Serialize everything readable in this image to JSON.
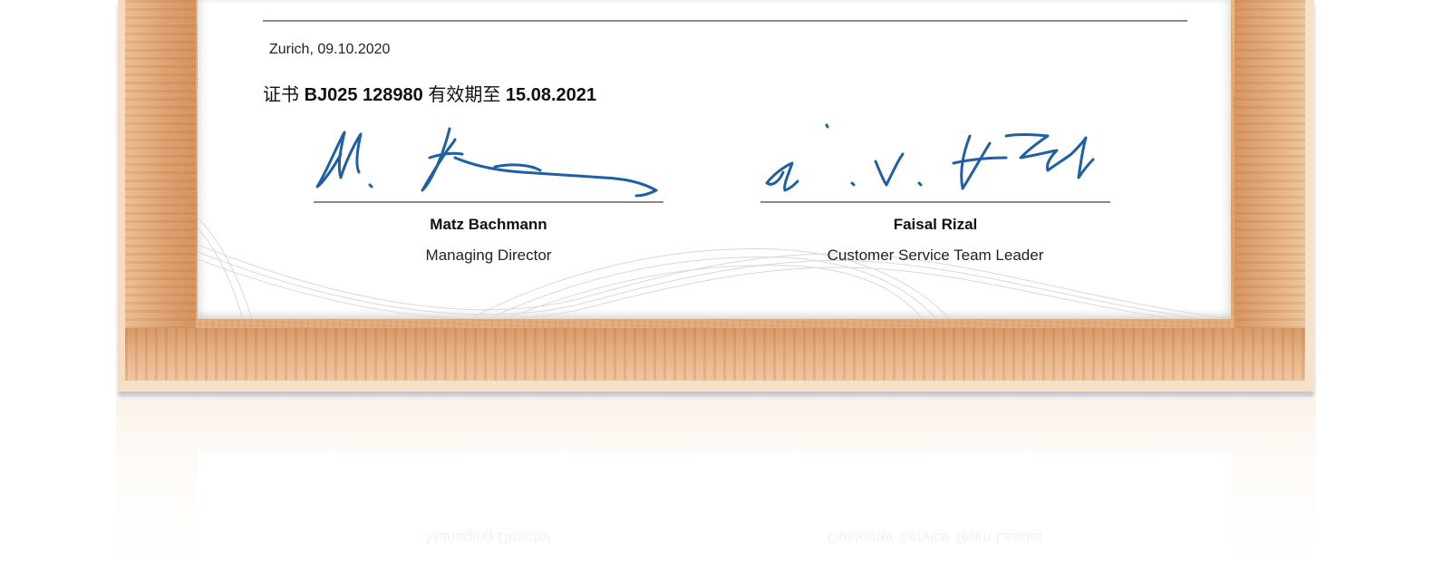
{
  "certificate": {
    "place_date": "Zurich, 09.10.2020",
    "certificate_prefix": "证书",
    "certificate_number": "BJ025 128980",
    "valid_until_label": "有效期至",
    "valid_until_date": "15.08.2021"
  },
  "signatories": [
    {
      "name": "Matz Bachmann",
      "role": "Managing Director"
    },
    {
      "name": "Faisal Rizal",
      "role": "Customer Service Team Leader"
    }
  ],
  "colors": {
    "signature_ink": "#1f5fa3",
    "frame_wood": "#e0a676",
    "rule": "#8c8c8c"
  }
}
